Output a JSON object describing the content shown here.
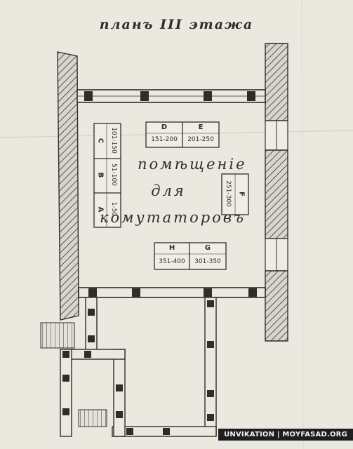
{
  "title": "планъ III этажа",
  "room_label": {
    "line1": "помѣщеніе",
    "line2": "для",
    "line3": "комутаторовъ"
  },
  "cells": {
    "D": {
      "letter": "D",
      "range": "151-200"
    },
    "E": {
      "letter": "E",
      "range": "201-250"
    },
    "C": {
      "letter": "C",
      "range": "101-150"
    },
    "B": {
      "letter": "B",
      "range": "51-100"
    },
    "A": {
      "letter": "A",
      "range": "1-50"
    },
    "F": {
      "letter": "F",
      "range": "251-300"
    },
    "H": {
      "letter": "H",
      "range": "351-400"
    },
    "G": {
      "letter": "G",
      "range": "301-350"
    }
  },
  "watermark": "UNVIKATION | MOYFASAD.ORG",
  "colors": {
    "paper": "#ebe8e0",
    "ink": "#2f2d2a",
    "hatch": "#3a3835"
  }
}
